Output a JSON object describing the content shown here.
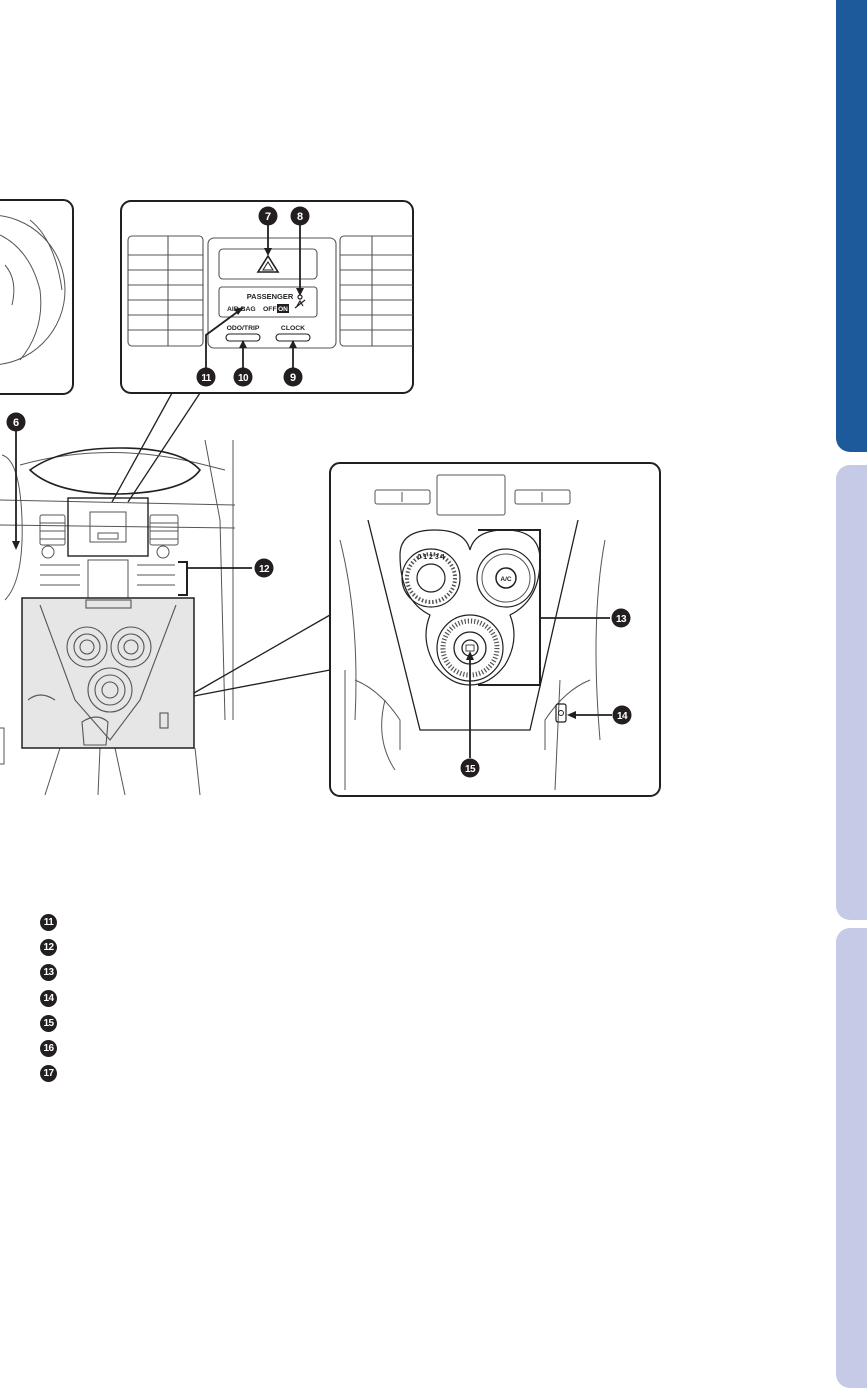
{
  "side_tabs": [
    "",
    "",
    ""
  ],
  "callouts": {
    "n6": "6",
    "n7": "7",
    "n8": "8",
    "n9": "9",
    "n10": "10",
    "n11": "11",
    "n12": "12",
    "n13": "13",
    "n14": "14",
    "n15": "15"
  },
  "panel": {
    "passenger": "PASSENGER",
    "airbag": "AIR BAG",
    "off": "OFF",
    "on": "ON",
    "odo_trip": "ODO/TRIP",
    "clock": "CLOCK"
  },
  "climate": {
    "ac": "A/C",
    "fan_marks": "0 1 2 3 4"
  },
  "legend": [
    {
      "number": "11"
    },
    {
      "number": "12"
    },
    {
      "number": "13"
    },
    {
      "number": "14"
    },
    {
      "number": "15"
    },
    {
      "number": "16"
    },
    {
      "number": "17"
    }
  ],
  "colors": {
    "tab_active": "#1c5a9c",
    "tab_inactive": "#c5cbe6",
    "ink": "#231f20"
  }
}
